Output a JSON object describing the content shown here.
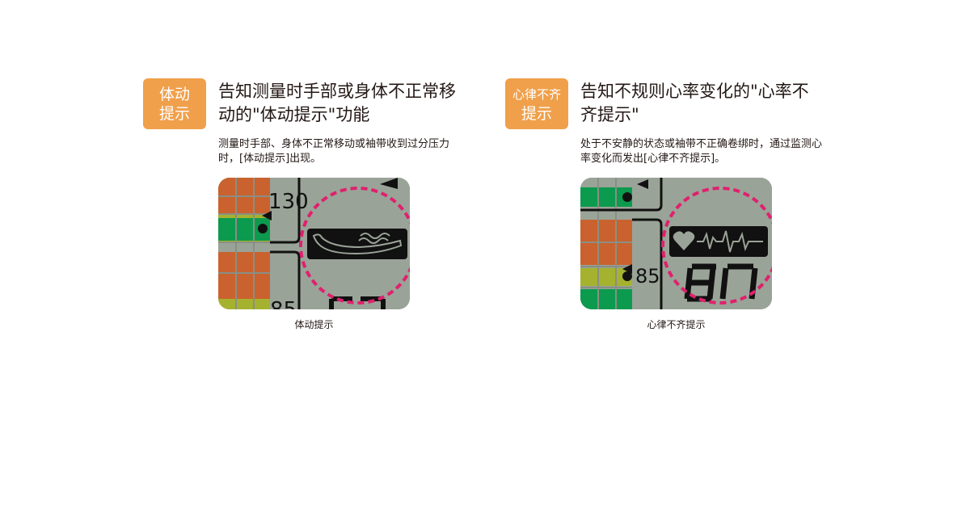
{
  "features": [
    {
      "badge_line1": "体动",
      "badge_line2": "提示",
      "title": "告知测量时手部或身体不正常移动的\"体动提示\"功能",
      "description": "测量时手部、身体不正常移动或袖带收到过分压力时，[体动提示]出现。",
      "lcd_number_top": "130",
      "lcd_number_bottom": "85",
      "icon": "arm-movement-icon",
      "caption": "体动提示"
    },
    {
      "badge_line1": "心律不齐",
      "badge_line2": "提示",
      "title": "告知不规则心率变化的\"心率不齐提示\"",
      "description": "处于不安静的状态或袖带不正确卷绑时，通过监测心率变化而发出[心律不齐提示]。",
      "lcd_number": "85",
      "icon": "heart-rhythm-icon",
      "caption": "心律不齐提示"
    }
  ],
  "colors": {
    "badge": "#f0a04b",
    "highlight_circle": "#e0206e",
    "lcd_background": "#9aa397",
    "bar_orange": "#c9622e",
    "bar_yellow": "#a5b22f",
    "bar_green": "#0c9a4e"
  }
}
